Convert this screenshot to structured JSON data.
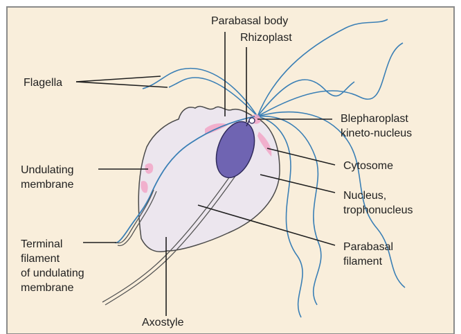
{
  "colors": {
    "background": "#f9eedb",
    "border": "#8a8a8a",
    "cell_fill": "#ece6ee",
    "cell_outline": "#4a4a4a",
    "flagella": "#3a7fb5",
    "nucleus": "#6f64b2",
    "pink_patch": "#f2a6c7",
    "leader_line": "#1f1f1f"
  },
  "labels": {
    "parabasal_body": "Parabasal body",
    "rhizoplast": "Rhizoplast",
    "flagella": "Flagella",
    "blepharoplast_1": "Blepharoplast",
    "blepharoplast_2": "kineto-nucleus",
    "undulating_1": "Undulating",
    "undulating_2": "membrane",
    "cytosome": "Cytosome",
    "nucleus_1": "Nucleus,",
    "nucleus_2": "trophonucleus",
    "terminal_1": "Terminal",
    "terminal_2": "filament",
    "terminal_3": "of undulating",
    "terminal_4": "membrane",
    "parabasal_filament_1": "Parabasal",
    "parabasal_filament_2": "filament",
    "axostyle": "Axostyle"
  }
}
